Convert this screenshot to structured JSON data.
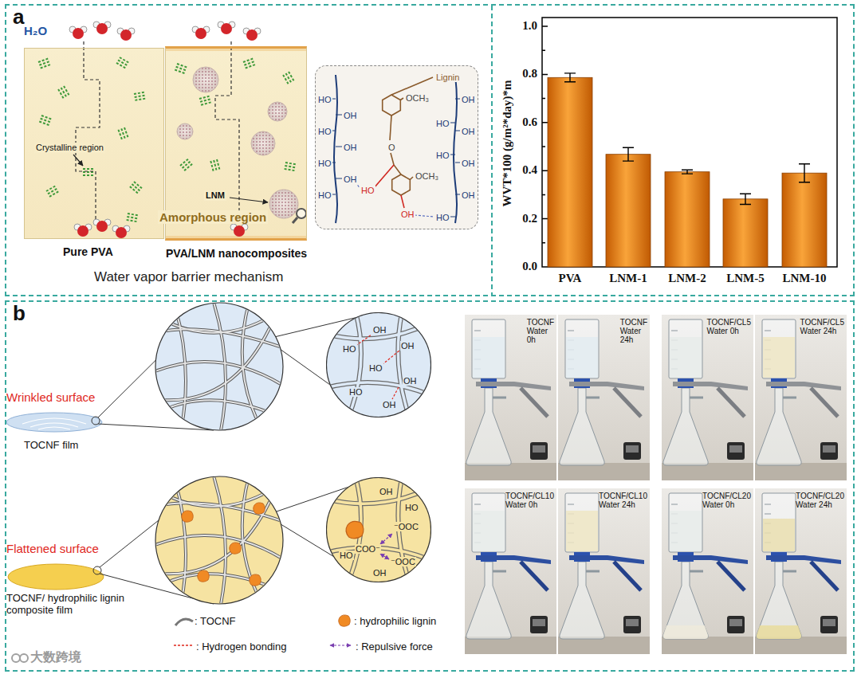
{
  "diagram": {
    "nodes": [
      {
        "text": [
          "a"
        ]
      },
      {
        "text": [
          "Crystalline region",
          "Pure PVA"
        ],
        "in": 0
      },
      {
        "text": [
          "LNM",
          "PVA/LNM nanocomposites"
        ],
        "in": 0
      },
      {
        "text": [
          "Lignin",
          "HO",
          "HO",
          "HO",
          "HO",
          "OH",
          "OH",
          "OH",
          "HO",
          "HO",
          "HO",
          "OH",
          "OH",
          "OH",
          "OH",
          "HO",
          "OH",
          "OCH₃",
          "OCH₃",
          "O"
        ],
        "in": 0
      },
      {
        "text": [
          "b"
        ]
      },
      {
        "text": [
          "Wrinkled surface",
          "TOCNF film"
        ],
        "in": 4
      },
      {
        "text": [
          "OH",
          "HO",
          "OH",
          "HO",
          "OH",
          "HO",
          "OH"
        ],
        "in": 4
      },
      {
        "text": [
          "Flattened surface",
          "TOCNF/ hydrophilic lignin composite film"
        ],
        "in": 4
      },
      {
        "text": [
          "OH",
          "HO",
          "⁻OOC",
          "COO⁻",
          "⁻OOC",
          "HO",
          "OH"
        ],
        "in": 4
      },
      {
        "text": [
          "TOCNF Water 0h"
        ],
        "in": 4
      },
      {
        "text": [
          "TOCNF Water 24h"
        ],
        "in": 4
      },
      {
        "text": [
          "TOCNF/CL5 Water 0h"
        ],
        "in": 4
      },
      {
        "text": [
          "TOCNF/CL5 Water 24h"
        ],
        "in": 4
      },
      {
        "text": [
          "TOCNF/CL10 Water 0h"
        ],
        "in": 4
      },
      {
        "text": [
          "TOCNF/CL10 Water 24h"
        ],
        "in": 4
      },
      {
        "text": [
          "TOCNF/CL20 Water 0h"
        ],
        "in": 4
      },
      {
        "text": [
          "TOCNF/CL20 Water 24h"
        ],
        "in": 4
      }
    ],
    "labels": [
      "H₂O",
      "Amorphous region",
      "Water vapor barrier mechanism",
      "1.0",
      "0.8",
      "0.6",
      "0.4",
      "0.2",
      "0.0",
      "PVA",
      "LNM-1",
      "LNM-2",
      "LNM-5",
      "LNM-10",
      "WVT*100 (g/m²*day)*m",
      "大数跨境"
    ],
    "legend": [
      {
        "text": ": TOCNF"
      },
      {
        "text": ": hydrophilic lignin"
      },
      {
        "text": ": Hydrogen bonding"
      },
      {
        "text": ": Repulsive force"
      }
    ]
  }
}
